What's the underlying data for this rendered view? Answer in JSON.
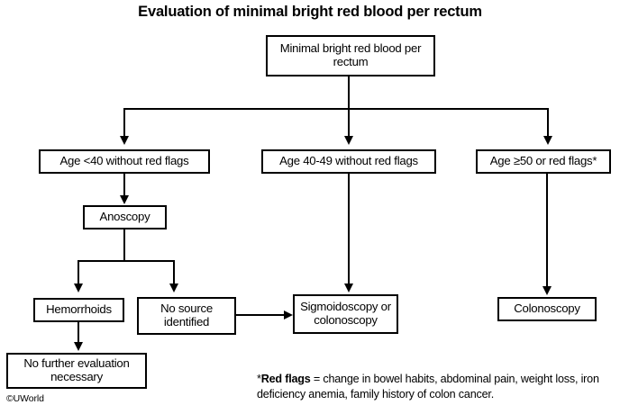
{
  "title": "Evaluation of minimal bright red blood per rectum",
  "nodes": {
    "root": "Minimal bright red blood per rectum",
    "branch_left": "Age <40 without red flags",
    "branch_mid": "Age 40-49 without red flags",
    "branch_right": "Age ≥50 or red flags*",
    "anoscopy": "Anoscopy",
    "hemorrhoids": "Hemorrhoids",
    "no_source": "No source identified",
    "no_further": "No further evaluation necessary",
    "sigmoidoscopy": "Sigmoidoscopy or colonoscopy",
    "colonoscopy": "Colonoscopy"
  },
  "footnote": {
    "marker": "*",
    "term": "Red flags",
    "definition": " = change in bowel habits, abdominal pain, weight loss, iron deficiency anemia, family history of colon cancer."
  },
  "copyright": "©UWorld",
  "colors": {
    "ink": "#000000",
    "background": "#ffffff"
  }
}
